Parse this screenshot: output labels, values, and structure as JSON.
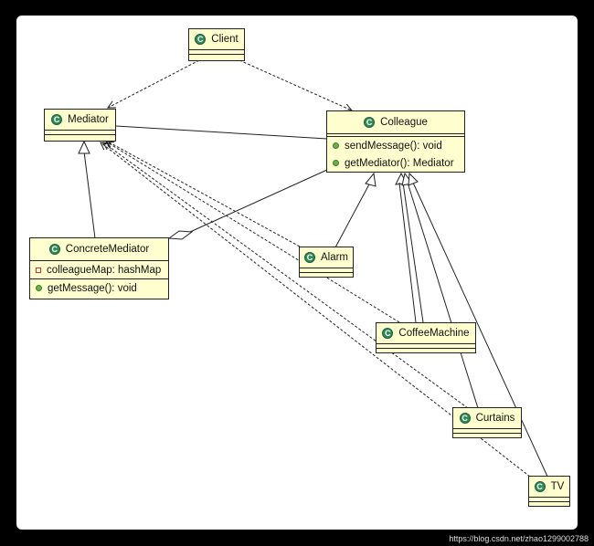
{
  "classes": {
    "client": {
      "name": "Client",
      "icon": "C"
    },
    "mediator": {
      "name": "Mediator",
      "icon": "C"
    },
    "colleague": {
      "name": "Colleague",
      "icon": "C",
      "methods": [
        "sendMessage(): void",
        "getMediator(): Mediator"
      ]
    },
    "concrete_mediator": {
      "name": "ConcreteMediator",
      "icon": "C",
      "fields": [
        "colleagueMap: hashMap"
      ],
      "methods": [
        "getMessage(): void"
      ]
    },
    "alarm": {
      "name": "Alarm",
      "icon": "C"
    },
    "coffee_machine": {
      "name": "CoffeeMachine",
      "icon": "C"
    },
    "curtains": {
      "name": "Curtains",
      "icon": "C"
    },
    "tv": {
      "name": "TV",
      "icon": "C"
    }
  },
  "watermark": "https://blog.csdn.net/zhao1299002788",
  "icons": {
    "class_icon": "class-c-icon",
    "public_method": "public-dot-icon",
    "private_field": "private-square-icon"
  },
  "colors": {
    "class_fill": "#fefece",
    "class_icon": "#2e8b57",
    "border": "#222222"
  }
}
